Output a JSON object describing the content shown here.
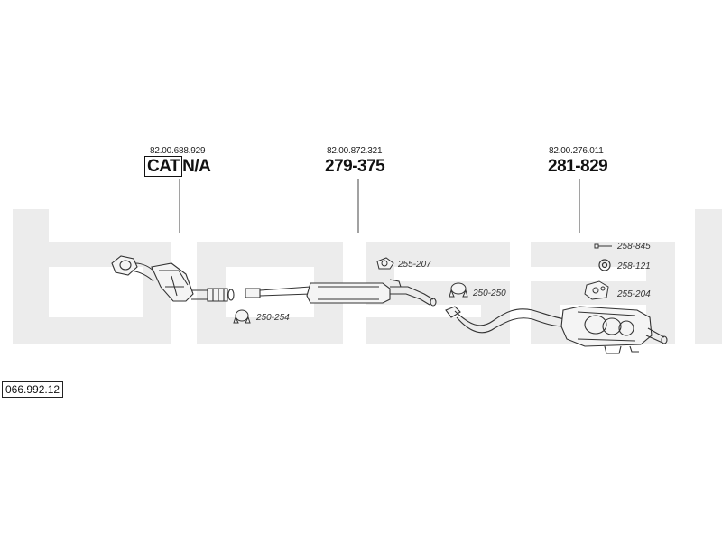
{
  "watermark": {
    "text": "bosal",
    "color": "#ececec"
  },
  "components": [
    {
      "name": "catalytic-converter",
      "oe_ref": "82.00.688.929",
      "cat_label": "CAT",
      "part_number": "N/A"
    },
    {
      "name": "middle-silencer",
      "oe_ref": "82.00.872.321",
      "part_number": "279-375"
    },
    {
      "name": "rear-silencer",
      "oe_ref": "82.00.276.011",
      "part_number": "281-829"
    }
  ],
  "small_parts": [
    {
      "name": "clamp-left",
      "code": "250-254"
    },
    {
      "name": "clamp-mid-top",
      "code": "255-207"
    },
    {
      "name": "clamp-mid",
      "code": "250-250"
    },
    {
      "name": "bolt",
      "code": "258-845"
    },
    {
      "name": "rubber-ring",
      "code": "258-121"
    },
    {
      "name": "mount-bracket",
      "code": "255-204"
    }
  ],
  "diagram_code": "066.992.12"
}
